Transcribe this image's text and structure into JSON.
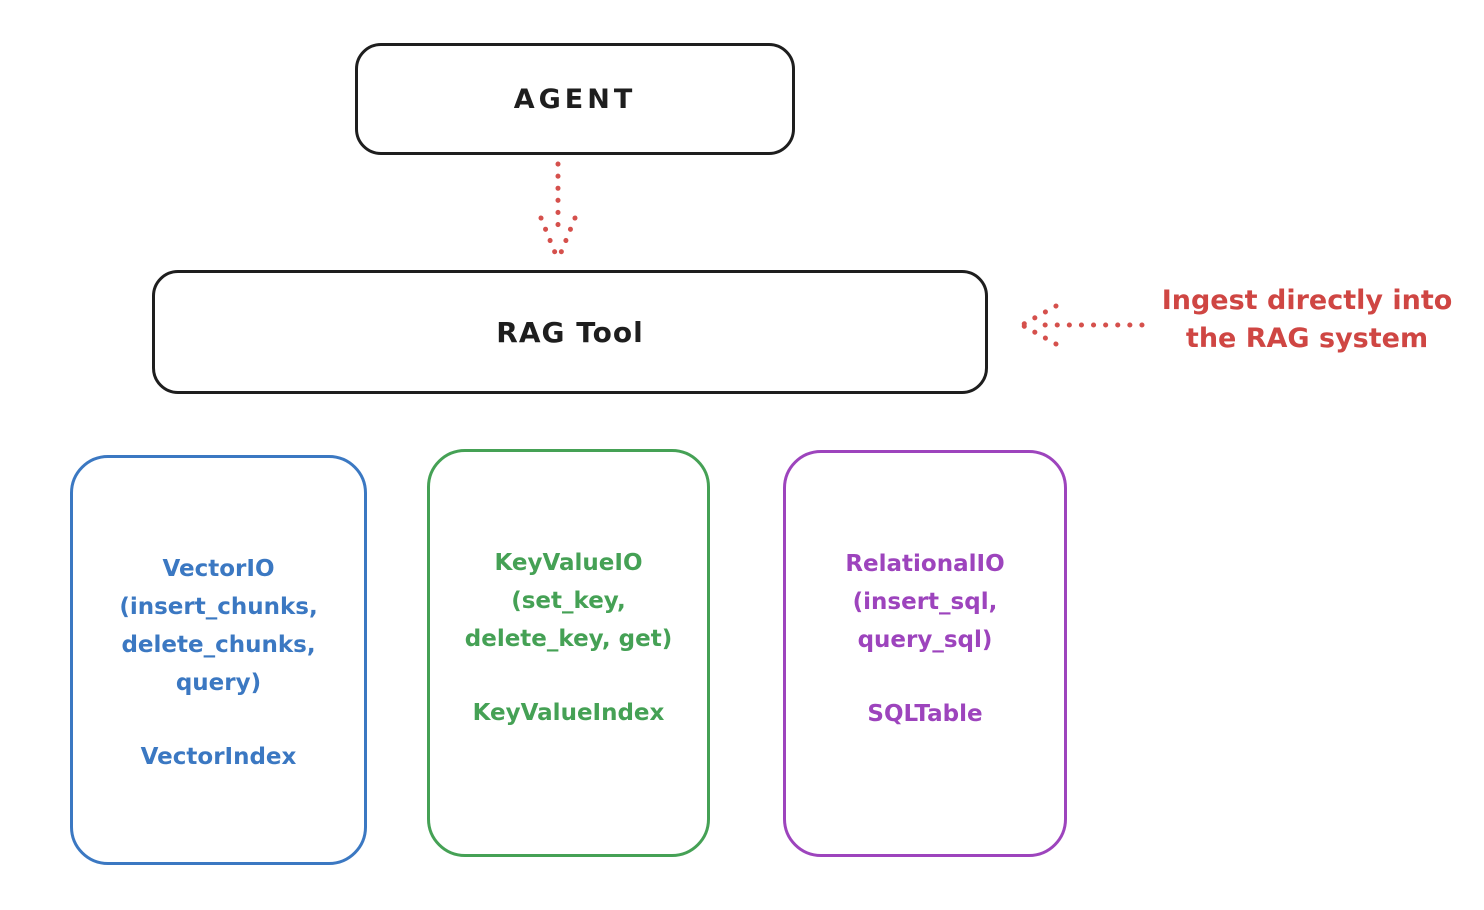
{
  "diagram": {
    "agent": {
      "label": "AGENT"
    },
    "rag_tool": {
      "label": "RAG Tool"
    },
    "annotation": {
      "line1": "Ingest directly into",
      "line2": "the RAG system",
      "color": "#cf4643"
    },
    "arrow_color": "#d5504c",
    "io_boxes": {
      "vector": {
        "line1": "VectorIO",
        "line2": "(insert_chunks,",
        "line3": "delete_chunks,",
        "line4": "query)",
        "index_label": "VectorIndex",
        "color": "#3b78c2"
      },
      "keyvalue": {
        "line1": "KeyValueIO",
        "line2": "(set_key,",
        "line3": "delete_key, get)",
        "index_label": "KeyValueIndex",
        "color": "#45a155"
      },
      "relational": {
        "line1": "RelationalIO",
        "line2": "(insert_sql,",
        "line3": "query_sql)",
        "index_label": "SQLTable",
        "color": "#9d44bd"
      }
    }
  }
}
